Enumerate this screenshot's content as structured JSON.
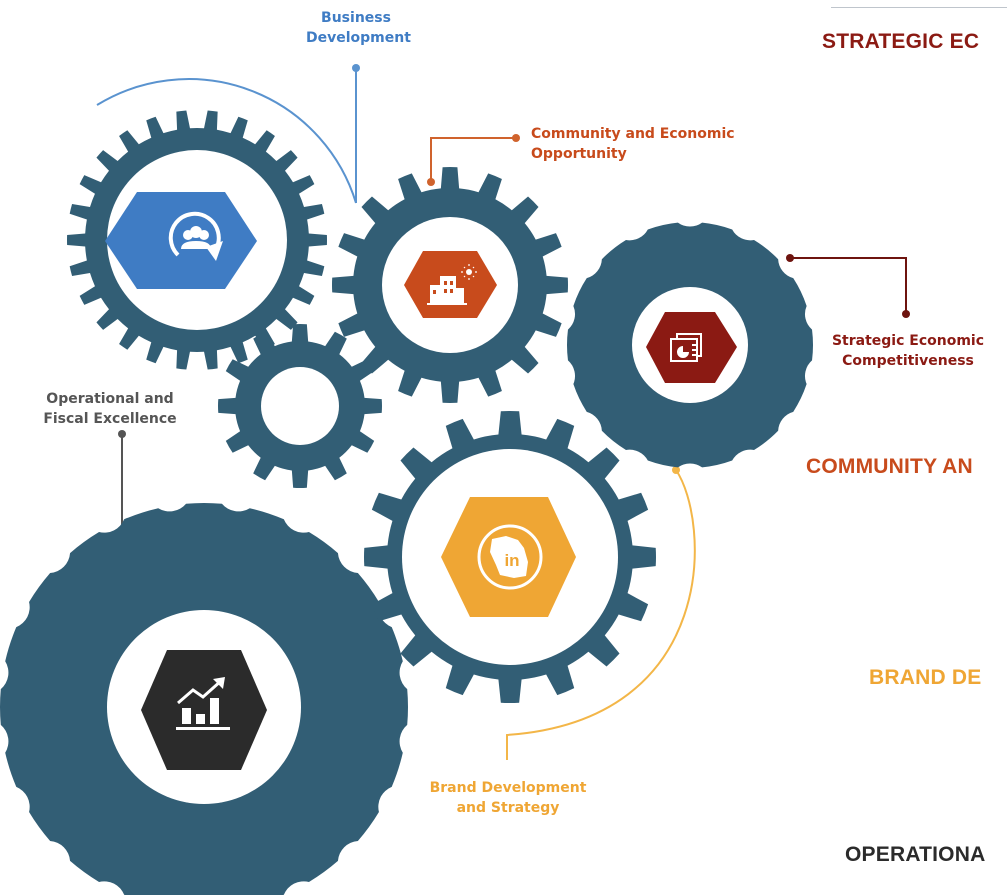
{
  "colors": {
    "gear": "#325e75",
    "business": "#3f7cc4",
    "community": "#c84b1c",
    "strategic": "#8b1a13",
    "brand": "#efa634",
    "operational": "#2b2b2b",
    "line_business": "#5a93cf",
    "line_community": "#d0632d",
    "line_strategic": "#6e140f",
    "line_brand": "#f3b648",
    "line_operational": "#555555"
  },
  "labels": {
    "business": "Business Development",
    "community": "Community and Economic Opportunity",
    "strategic": "Strategic Economic Competitiveness",
    "operational": "Operational and Fiscal Excellence",
    "brand": "Brand Development and Strategy"
  },
  "headings": {
    "strategic": "STRATEGIC EC",
    "community": "COMMUNITY AN",
    "brand": "BRAND DE",
    "operational": "OPERATIONA"
  },
  "icons": {
    "business": "people-cycle-icon",
    "community": "city-buildings-icon",
    "strategic": "presentation-chart-icon",
    "brand": "wisconsin-in-icon",
    "operational": "growth-chart-icon"
  }
}
